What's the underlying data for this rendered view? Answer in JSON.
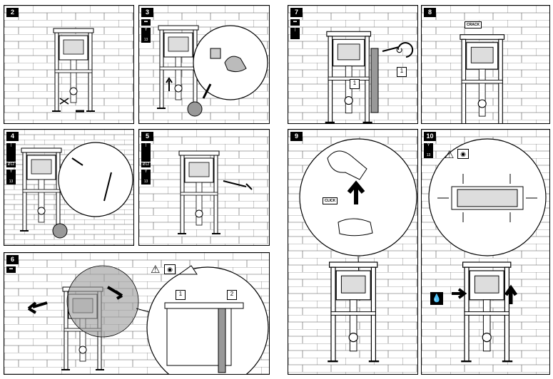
{
  "steps": {
    "s2": "2",
    "s3": "3",
    "s4": "4",
    "s5": "5",
    "s6": "6",
    "s7": "7",
    "s8": "8",
    "s9": "9",
    "s10": "10"
  },
  "tools": {
    "wrench_size": "13",
    "drill_bit": "Ø12"
  },
  "callouts": {
    "one": "1",
    "two": "2"
  },
  "labels": {
    "crack": "CRACK",
    "click": "CLICK"
  },
  "icons": [
    "level-icon",
    "wrench-icon",
    "drill-icon",
    "warning-icon",
    "eye-icon",
    "water-drop-icon",
    "hand-icon",
    "rotate-arrow-icon"
  ],
  "colors": {
    "ink": "#000000",
    "wall": "#ffffff",
    "shade": "#9a9a9a"
  }
}
